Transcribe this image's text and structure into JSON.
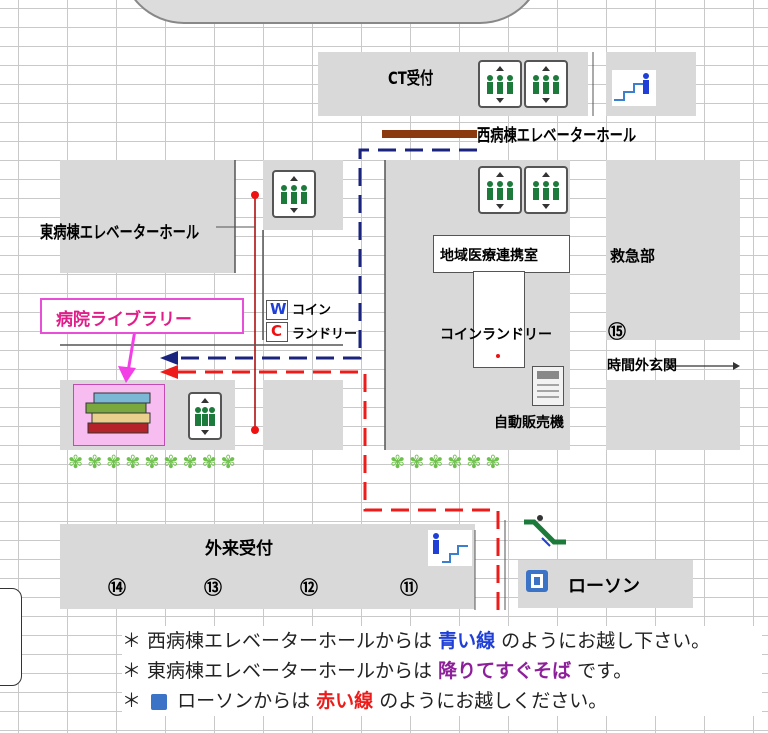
{
  "map": {
    "ct_reception": "CT受付",
    "west_elevator_hall": "西病棟エレベーターホール",
    "east_elevator_hall": "東病棟エレベーターホール",
    "regional_liaison": "地域医療連携室",
    "emergency": "救急部",
    "emergency_number": "⑮",
    "after_hours_entrance": "時間外玄関",
    "library": "病院ライブラリー",
    "coin_w": "W",
    "coin_c": "C",
    "coin_label_1": "コイン",
    "coin_label_2": "ランドリー",
    "coin_laundry": "コインランドリー",
    "vending_machine": "自動販売機",
    "outpatient_reception": "外来受付",
    "counters": [
      "⑭",
      "⑬",
      "⑫",
      "⑪"
    ],
    "lawson": "ローソン"
  },
  "notes": {
    "row1_prefix": "＊ 西病棟エレベーターホールからは ",
    "row1_emph": "青い線",
    "row1_suffix": " のようにお越し下さい。",
    "row2_prefix": "＊ 東病棟エレベーターホールからは ",
    "row2_emph": "降りてすぐそば",
    "row2_suffix": " です。",
    "row3_prefix": "＊ ",
    "row3_text": " ローソンからは ",
    "row3_emph": "赤い線",
    "row3_suffix": " のようにお越しください。"
  },
  "colors": {
    "route_blue": "#1a237e",
    "route_red": "#ee1b1b",
    "library_pink": "#e84fd8",
    "arrow_magenta": "#f23fe6",
    "building_gray": "#d9d9d9",
    "plant_green": "#6fc14d"
  },
  "icons": [
    "elevator-icon",
    "stairs-icon",
    "escalator-icon",
    "lawson-icon",
    "books-icon",
    "plant-icon",
    "vending-machine-icon"
  ]
}
